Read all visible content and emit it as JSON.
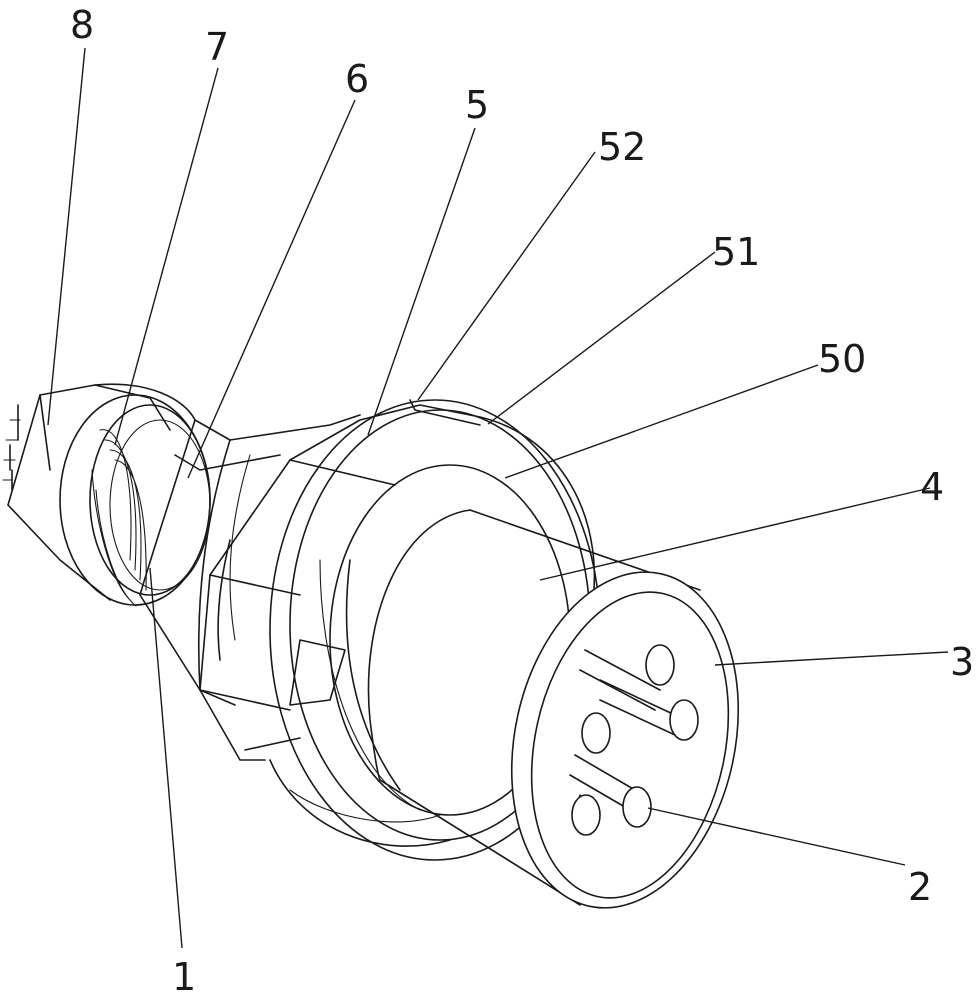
{
  "labels": {
    "l1": "1",
    "l2": "2",
    "l3": "3",
    "l4": "4",
    "l5": "5",
    "l6": "6",
    "l7": "7",
    "l8": "8",
    "l50": "50",
    "l51": "51",
    "l52": "52"
  },
  "colors": {
    "line": "#1a1a1a",
    "background": "#ffffff"
  }
}
